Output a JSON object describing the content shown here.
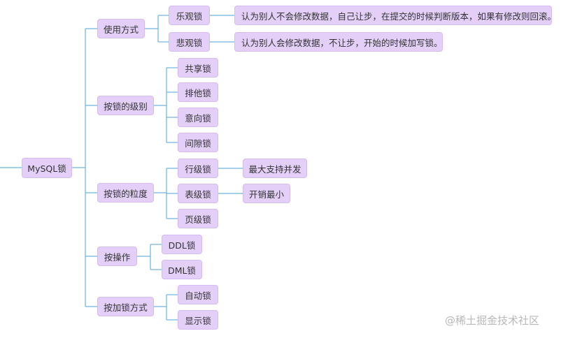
{
  "root": {
    "label": "MySQL锁"
  },
  "branches": [
    {
      "label": "使用方式",
      "children": [
        {
          "label": "乐观锁",
          "children": [
            {
              "label": "认为别人不会修改数据，自己让步，在提交的时候判断版本，如果有修改则回滚。"
            }
          ]
        },
        {
          "label": "悲观锁",
          "children": [
            {
              "label": "认为别人会修改数据，不让步，开始的时候加写锁。"
            }
          ]
        }
      ]
    },
    {
      "label": "按锁的级别",
      "children": [
        {
          "label": "共享锁"
        },
        {
          "label": "排他锁"
        },
        {
          "label": "意向锁"
        },
        {
          "label": "间隙锁"
        }
      ]
    },
    {
      "label": "按锁的粒度",
      "children": [
        {
          "label": "行级锁",
          "children": [
            {
              "label": "最大支持并发"
            }
          ]
        },
        {
          "label": "表级锁",
          "children": [
            {
              "label": "开销最小"
            }
          ]
        },
        {
          "label": "页级锁"
        }
      ]
    },
    {
      "label": "按操作",
      "children": [
        {
          "label": "DDL锁"
        },
        {
          "label": "DML锁"
        }
      ]
    },
    {
      "label": "按加锁方式",
      "children": [
        {
          "label": "自动锁"
        },
        {
          "label": "显示锁"
        }
      ]
    }
  ],
  "watermark": "@稀土掘金技术社区",
  "colors": {
    "node_fill": "#e3cff7",
    "connector": "#6fb3e0"
  }
}
